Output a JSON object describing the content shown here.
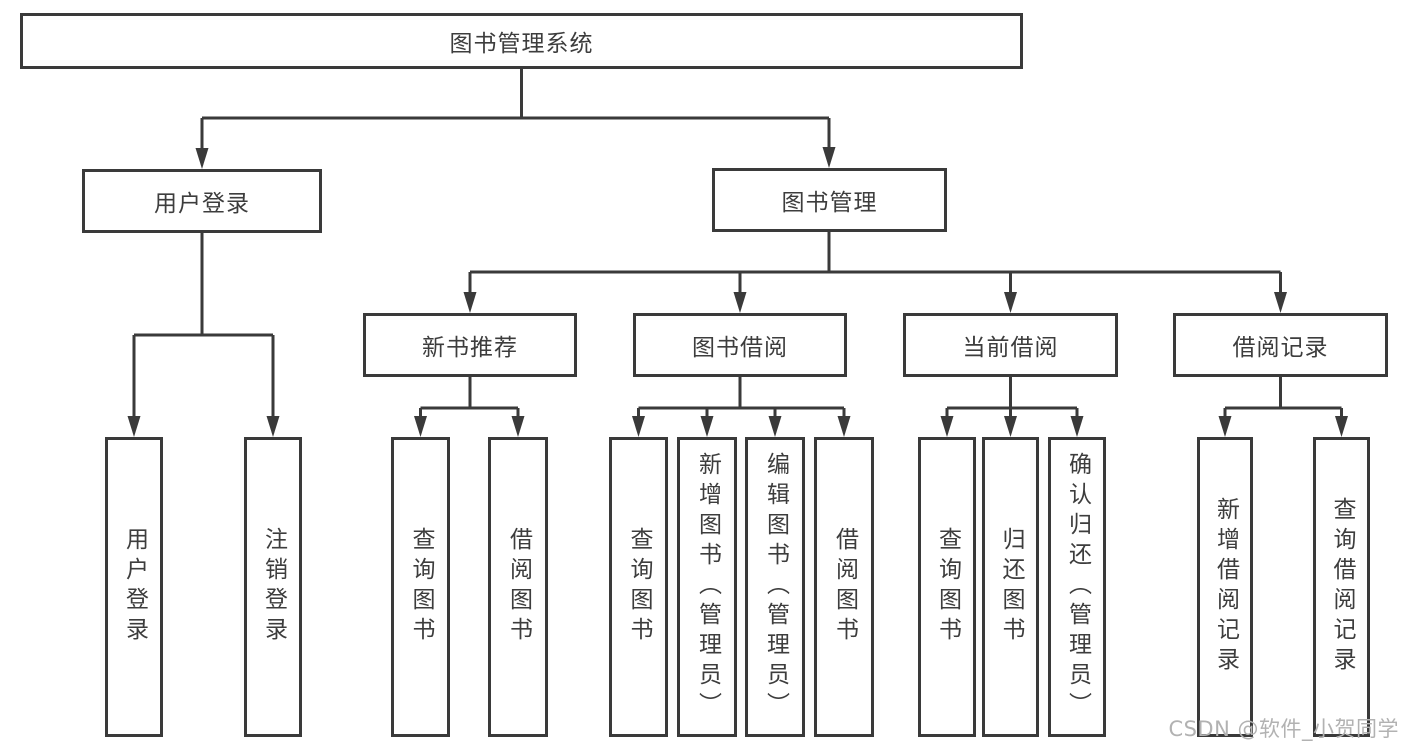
{
  "diagram": {
    "root": {
      "label": "图书管理系统"
    },
    "level2": [
      {
        "label": "用户登录"
      },
      {
        "label": "图书管理"
      }
    ],
    "level3": [
      {
        "label": "新书推荐"
      },
      {
        "label": "图书借阅"
      },
      {
        "label": "当前借阅"
      },
      {
        "label": "借阅记录"
      }
    ],
    "leaves": {
      "login": [
        {
          "label": "用户登录"
        },
        {
          "label": "注销登录"
        }
      ],
      "new_books": [
        {
          "label": "查询图书"
        },
        {
          "label": "借阅图书"
        }
      ],
      "book_borrow": [
        {
          "label": "查询图书"
        },
        {
          "label": "新增图书（管理员）"
        },
        {
          "label": "编辑图书（管理员）"
        },
        {
          "label": "借阅图书"
        }
      ],
      "current_borrow": [
        {
          "label": "查询图书"
        },
        {
          "label": "归还图书"
        },
        {
          "label": "确认归还（管理员）"
        }
      ],
      "borrow_records": [
        {
          "label": "新增借阅记录"
        },
        {
          "label": "查询借阅记录"
        }
      ]
    }
  },
  "watermark": {
    "text": "CSDN @软件_小贺同学"
  },
  "colors": {
    "line": "#3a3a3a",
    "box_border": "#3a3a3a",
    "text": "#3d3d3d",
    "watermark": "#b2b2b2",
    "background": "#ffffff"
  }
}
